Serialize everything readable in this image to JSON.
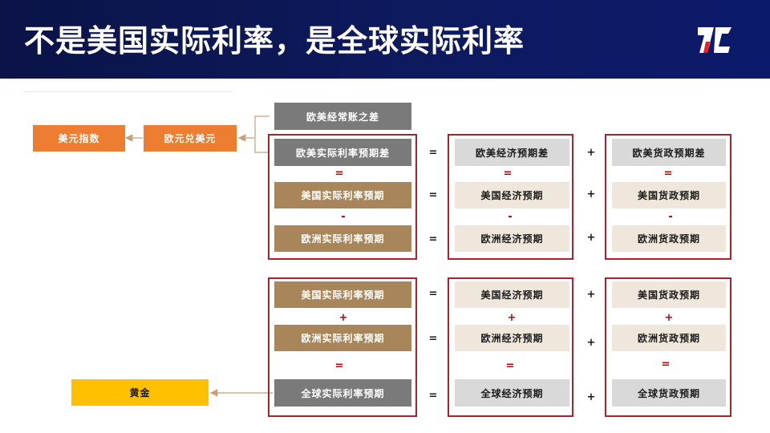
{
  "title": "不是美国实际利率，是全球实际利率",
  "logo_icon": "zx-logo-icon",
  "colors": {
    "header": "#0d1a5e",
    "frame": "#b0202a",
    "orange": "#ed7d31",
    "yellow": "#ffc000",
    "gray": "#7a7a7a",
    "brown": "#a8865a",
    "light_gray": "#d9d9d9",
    "beige": "#efe6dc",
    "arrow": "#c8a07a"
  },
  "left": {
    "usd_index": "美元指数",
    "eurusd": "欧元兑美元",
    "gold": "黄金"
  },
  "top_block": {
    "current_account": "欧美经常账之差",
    "rows": [
      {
        "left": "欧美实际利率预期差",
        "eq": "=",
        "mid": "欧美经济预期差",
        "plus": "+",
        "right": "欧美货政预期差"
      },
      {
        "left": "美国实际利率预期",
        "eq": "=",
        "mid": "美国经济预期",
        "plus": "+",
        "right": "美国货政预期"
      },
      {
        "left": "欧洲实际利率预期",
        "eq": "=",
        "mid": "欧洲经济预期",
        "plus": "+",
        "right": "欧洲货政预期"
      }
    ],
    "ops_1": [
      "=",
      "=",
      "="
    ],
    "ops_2": [
      "-",
      "-",
      "-"
    ]
  },
  "bottom_block": {
    "rows": [
      {
        "left": "美国实际利率预期",
        "eq": "=",
        "mid": "美国经济预期",
        "plus": "+",
        "right": "美国货政预期"
      },
      {
        "left": "欧洲实际利率预期",
        "eq": "=",
        "mid": "欧洲经济预期",
        "plus": "+",
        "right": "欧洲货政预期"
      },
      {
        "left": "全球实际利率预期",
        "eq": "=",
        "mid": "全球经济预期",
        "plus": "+",
        "right": "全球货政预期"
      }
    ],
    "ops_1": [
      "+",
      "+",
      "+"
    ],
    "ops_2": [
      "=",
      "=",
      "="
    ]
  }
}
